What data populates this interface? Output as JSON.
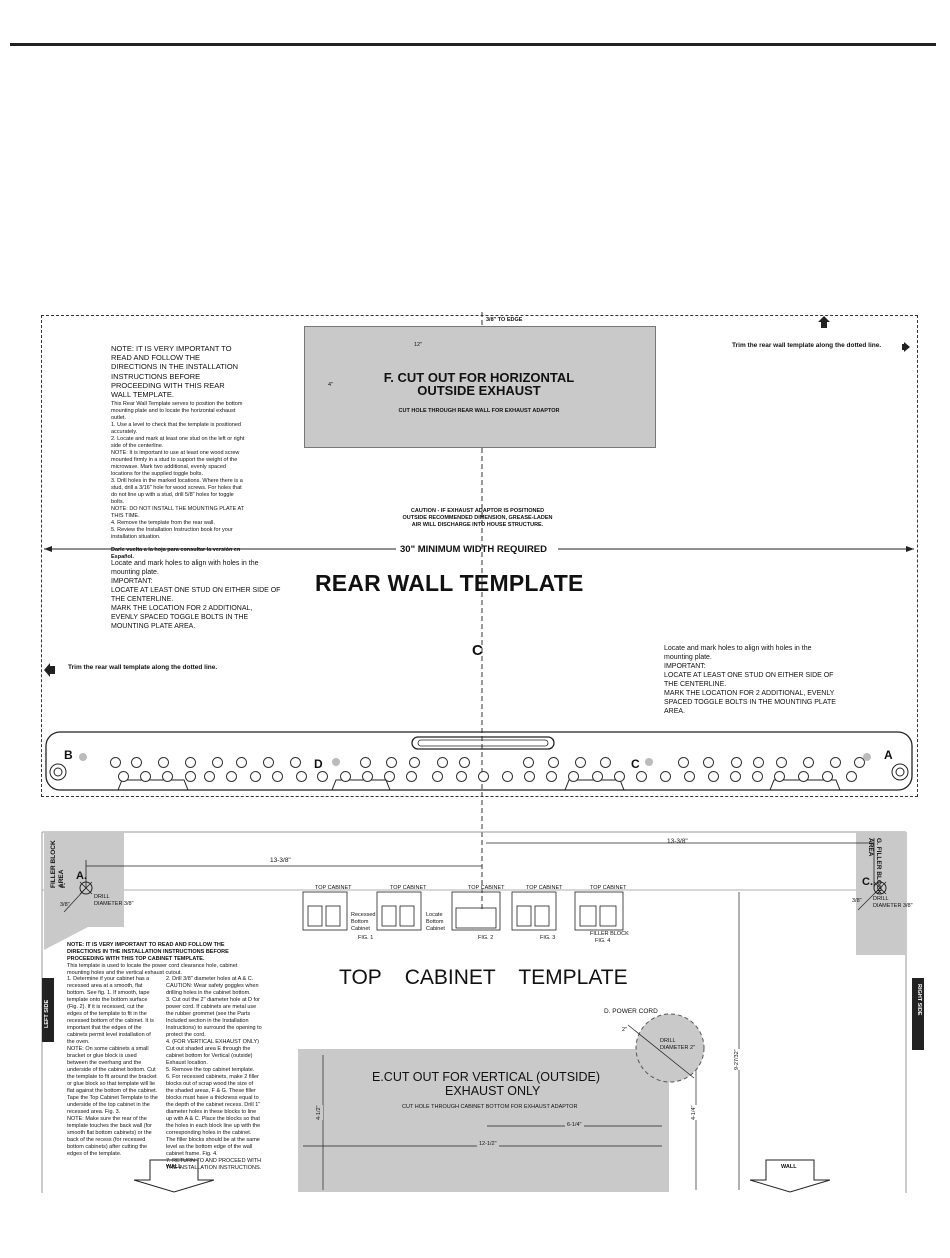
{
  "rear": {
    "edge_label": "3/8\" TO EDGE",
    "trim_right": "Trim the rear wall template along the dotted line.",
    "trim_left": "Trim the rear wall template along the dotted line.",
    "note_title": "NOTE: IT IS VERY IMPORTANT TO READ AND FOLLOW THE DIRECTIONS IN THE INSTALLATION INSTRUCTIONS BEFORE PROCEEDING WITH THIS REAR WALL TEMPLATE.",
    "note_intro": "This Rear Wall Template serves to position the bottom mounting plate and to locate the horizontal exhaust outlet.",
    "note_steps": [
      "1. Use a level to check that the template is positioned accurately.",
      "2. Locate and mark at least one stud on the left or right side of the centerline.",
      "NOTE: It is important to use at least one wood screw mounted firmly in a stud to support the weight of the microwave. Mark two additional, evenly spaced locations for the supplied toggle bolts.",
      "3. Drill holes in the marked locations. Where there is a stud, drill a 3/16\" hole for wood screws. For holes that do not line up with a stud, drill 5/8\" holes for toggle bolts.",
      "NOTE: DO NOT INSTALL THE MOUNTING PLATE AT THIS TIME.",
      "4. Remove the template from the rear wall.",
      "5. Review the Installation Instruction book for your installation situation."
    ],
    "spanish": "Darle vuelta a la hoja para consultar la versión en Español.",
    "cutout_width": "12\"",
    "cutout_height": "4\"",
    "cutout_title_1": "F. CUT OUT FOR HORIZONTAL",
    "cutout_title_2": "OUTSIDE EXHAUST",
    "cutout_sub": "CUT HOLE THROUGH REAR WALL FOR EXHAUST ADAPTOR",
    "caution": "CAUTION - IF EXHAUST ADAPTOR IS POSITIONED OUTSIDE RECOMMENDED DIMENSION, GREASE-LADEN AIR WILL DISCHARGE INTO HOUSE STRUCTURE.",
    "min_width": "30\" MINIMUM WIDTH REQUIRED",
    "locate_left": "Locate and mark holes to align with holes in the mounting plate.\nIMPORTANT:\nLOCATE AT LEAST ONE STUD ON EITHER SIDE OF THE CENTERLINE.\nMARK THE LOCATION FOR 2 ADDITIONAL, EVENLY SPACED TOGGLE BOLTS IN THE MOUNTING PLATE AREA.",
    "locate_right": "Locate and mark holes to align with holes in the mounting plate.\nIMPORTANT:\nLOCATE AT LEAST ONE STUD ON EITHER SIDE OF THE CENTERLINE.\nMARK THE LOCATION FOR 2 ADDITIONAL, EVENLY SPACED TOGGLE BOLTS IN THE MOUNTING PLATE AREA.",
    "title": "REAR WALL TEMPLATE",
    "center_label": "C",
    "plate_labels": {
      "b": "B",
      "d": "D",
      "c": "C",
      "a": "A"
    }
  },
  "top": {
    "dim_left": "13-3/8\"",
    "dim_right": "13-3/8\"",
    "filler_left": "FILLER BLOCK AREA",
    "filler_left_letter": "F.",
    "filler_right": "G. FILLER BLOCK AREA",
    "point_a": "A.",
    "point_c": "C.",
    "drill_left": "DRILL DIAMETER 3/8\"",
    "drill_right": "DRILL DIAMETER 3/8\"",
    "small_dim_left": "3/8\"",
    "small_dim_right": "3/8\"",
    "cabinet_caption": "TOP CABINET",
    "figs": [
      "FIG. 1",
      "FIG. 2",
      "FIG. 3",
      "FIG. 4"
    ],
    "fig_caption_1": "Recessed Bottom Cabinet",
    "fig_caption_2": "Locate Bottom Cabinet",
    "fig_caption_4": "FILLER BLOCK",
    "title": "TOP    CABINET    TEMPLATE",
    "note": "NOTE: IT IS VERY IMPORTANT TO READ AND FOLLOW THE DIRECTIONS IN THE INSTALLATION INSTRUCTIONS BEFORE PROCEEDING WITH THIS TOP CABINET TEMPLATE.",
    "intro": "This template is used to locate the power cord clearance hole, cabinet mounting holes and the vertical exhaust cutout.",
    "col1": "1. Determine if your cabinet has a recessed area at a smooth, flat bottom. See fig. 1. If smooth, tape template onto the bottom surface (Fig. 2). If it is recessed, cut the edges of the template to fit in the recessed bottom of the cabinet. It is important that the edges of the cabinets permit level installation of the oven.\nNOTE: On some cabinets a small bracket or glue block is used between the overhang and the underside of the cabinet bottom. Cut the template to fit around the bracket or glue block so that template will lie flat against the bottom of the cabinet.\nTape the Top Cabinet Template to the underside of the top cabinet in the recessed area. Fig. 3.\nNOTE: Make sure the rear of the template touches the back wall (for smooth flat bottom cabinets) or the back of the recess (for recessed bottom cabinets) after cutting the edges of the template.",
    "col2": "2. Drill 3/8\" diameter holes at A & C.\nCAUTION: Wear safety goggles when drilling holes in the cabinet bottom.\n3. Cut out the 2\" diameter hole at D for power cord. If cabinets are metal use the rubber grommet (see the Parts Included section in the Installation Instructions) to surround the opening to protect the cord.\n4. (FOR VERTICAL EXHAUST ONLY) Cut out shaded area E through the cabinet bottom for Vertical (outside) Exhaust location.\n5. Remove the top cabinet template.\n6. For recessed cabinets, make 2 filler blocks out of scrap wood the size of the shaded areas, F & G. These filler blocks must have a thickness equal to the depth of the cabinet recess. Drill 1\" diameter holes in these blocks to line up with A & C. Place the blocks so that the holes in each block line up with the corresponding holes in the cabinet. The filler blocks should be at the same level as the bottom edge of the wall cabinet frame. Fig. 4.\n7. RETURN TO AND PROCEED WITH THE INSTALLATION INSTRUCTIONS.",
    "left_side": "LEFT SIDE",
    "right_side": "RIGHT SIDE",
    "power_cord": "D. POWER CORD",
    "power_dim": "2\"",
    "power_drill": "DRILL DIAMETER 2\"",
    "cutout_title_1": "E.CUT OUT FOR  VERTICAL (OUTSIDE)",
    "cutout_title_2": "EXHAUST   ONLY",
    "cutout_sub": "CUT  HOLE  THROUGH CABINET BOTTOM FOR EXHAUST ADAPTOR",
    "dim_6": "6-1/4\"",
    "dim_12": "12-1/2\"",
    "dim_4_left": "4-1/2\"",
    "dim_4_right": "4-1/4\"",
    "dim_9": "9-27/32\"",
    "wall_left": "WALL",
    "wall_right": "WALL"
  }
}
